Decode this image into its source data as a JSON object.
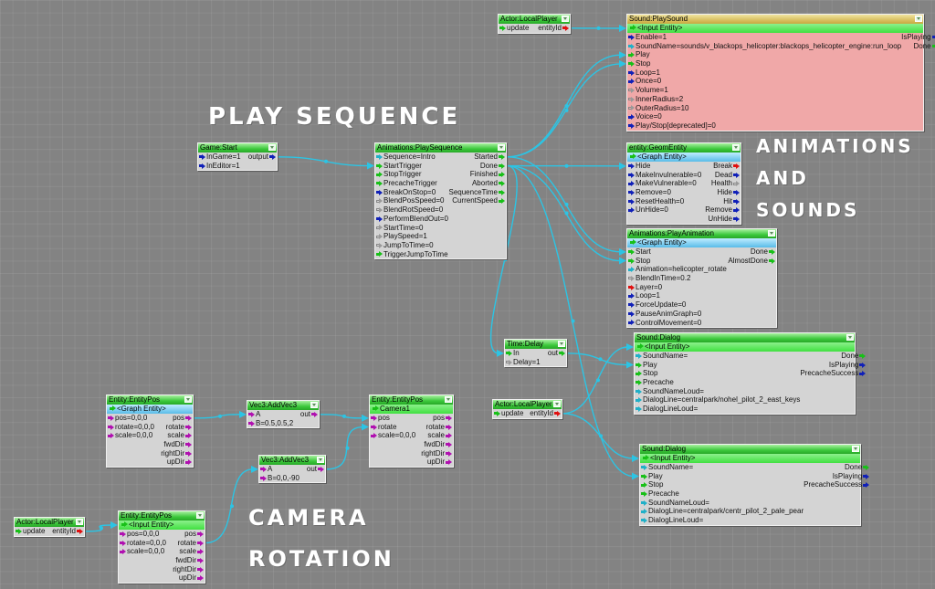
{
  "labels": {
    "play_sequence": "Play Sequence",
    "anim_sounds": [
      "Animations",
      "and",
      "Sounds"
    ],
    "camera_rotation": [
      "Camera",
      "Rotation"
    ]
  },
  "nodes": {
    "actor_top": {
      "title": "Actor:LocalPlayer",
      "inputs": [
        {
          "label": "update",
          "color": "green"
        }
      ],
      "outputs": [
        {
          "label": "entityId",
          "color": "red"
        }
      ]
    },
    "play_sound": {
      "title": "Sound:PlaySound",
      "entity": "<Input Entity>",
      "inputs": [
        {
          "label": "Enable=1",
          "color": "blue"
        },
        {
          "label": "SoundName=sounds/v_blackops_helicopter:blackops_helicopter_engine:run_loop",
          "color": "cyan"
        },
        {
          "label": "Play",
          "color": "green"
        },
        {
          "label": "Stop",
          "color": "green"
        },
        {
          "label": "Loop=1",
          "color": "blue"
        },
        {
          "label": "Once=0",
          "color": "blue"
        },
        {
          "label": "Volume=1",
          "color": "gray"
        },
        {
          "label": "InnerRadius=2",
          "color": "gray"
        },
        {
          "label": "OuterRadius=10",
          "color": "gray"
        },
        {
          "label": "Voice=0",
          "color": "blue"
        },
        {
          "label": "Play/Stop[deprecated]=0",
          "color": "blue"
        }
      ],
      "outputs": [
        {
          "label": "IsPlaying",
          "color": "blue"
        },
        {
          "label": "Done",
          "color": "green"
        }
      ]
    },
    "game_start": {
      "title": "Game:Start",
      "inputs": [
        {
          "label": "InGame=1",
          "color": "blue"
        },
        {
          "label": "InEditor=1",
          "color": "blue"
        }
      ],
      "outputs": [
        {
          "label": "output",
          "color": "blue"
        }
      ]
    },
    "play_sequence": {
      "title": "Animations:PlaySequence",
      "inputs": [
        {
          "label": "Sequence=Intro",
          "color": "cyan"
        },
        {
          "label": "StartTrigger",
          "color": "green"
        },
        {
          "label": "StopTrigger",
          "color": "green"
        },
        {
          "label": "PrecacheTrigger",
          "color": "green"
        },
        {
          "label": "BreakOnStop=0",
          "color": "blue"
        },
        {
          "label": "BlendPosSpeed=0",
          "color": "gray"
        },
        {
          "label": "BlendRotSpeed=0",
          "color": "gray"
        },
        {
          "label": "PerformBlendOut=0",
          "color": "blue"
        },
        {
          "label": "StartTime=0",
          "color": "gray"
        },
        {
          "label": "PlaySpeed=1",
          "color": "gray"
        },
        {
          "label": "JumpToTime=0",
          "color": "gray"
        },
        {
          "label": "TriggerJumpToTime",
          "color": "green"
        }
      ],
      "outputs": [
        {
          "label": "Started",
          "color": "green"
        },
        {
          "label": "Done",
          "color": "green"
        },
        {
          "label": "Finished",
          "color": "green"
        },
        {
          "label": "Aborted",
          "color": "green"
        },
        {
          "label": "SequenceTime",
          "color": "green"
        },
        {
          "label": "CurrentSpeed",
          "color": "green"
        }
      ]
    },
    "geom_entity": {
      "title": "entity:GeomEntity",
      "entity": "<Graph Entity>",
      "inputs": [
        {
          "label": "Hide",
          "color": "blue"
        },
        {
          "label": "MakeInvulnerable=0",
          "color": "blue"
        },
        {
          "label": "MakeVulnerable=0",
          "color": "blue"
        },
        {
          "label": "Remove=0",
          "color": "blue"
        },
        {
          "label": "ResetHealth=0",
          "color": "blue"
        },
        {
          "label": "UnHide=0",
          "color": "blue"
        }
      ],
      "outputs": [
        {
          "label": "Break",
          "color": "red"
        },
        {
          "label": "Dead",
          "color": "blue"
        },
        {
          "label": "Health",
          "color": "gray"
        },
        {
          "label": "Hide",
          "color": "blue"
        },
        {
          "label": "Hit",
          "color": "blue"
        },
        {
          "label": "Remove",
          "color": "blue"
        },
        {
          "label": "UnHide",
          "color": "blue"
        }
      ]
    },
    "play_animation": {
      "title": "Animations:PlayAnimation",
      "entity": "<Graph Entity>",
      "inputs": [
        {
          "label": "Start",
          "color": "green"
        },
        {
          "label": "Stop",
          "color": "green"
        },
        {
          "label": "Animation=helicopter_rotate",
          "color": "cyan"
        },
        {
          "label": "BlendInTime=0.2",
          "color": "gray"
        },
        {
          "label": "Layer=0",
          "color": "red"
        },
        {
          "label": "Loop=1",
          "color": "blue"
        },
        {
          "label": "ForceUpdate=0",
          "color": "blue"
        },
        {
          "label": "PauseAnimGraph=0",
          "color": "blue"
        },
        {
          "label": "ControlMovement=0",
          "color": "blue"
        }
      ],
      "outputs": [
        {
          "label": "Done",
          "color": "green"
        },
        {
          "label": "AlmostDone",
          "color": "green"
        }
      ]
    },
    "time_delay": {
      "title": "Time:Delay",
      "inputs": [
        {
          "label": "In",
          "color": "green"
        },
        {
          "label": "Delay=1",
          "color": "gray"
        }
      ],
      "outputs": [
        {
          "label": "out",
          "color": "green"
        }
      ]
    },
    "dialog1": {
      "title": "Sound:Dialog",
      "entity": "<Input Entity>",
      "inputs": [
        {
          "label": "SoundName=",
          "color": "cyan"
        },
        {
          "label": "Play",
          "color": "green"
        },
        {
          "label": "Stop",
          "color": "green"
        },
        {
          "label": "Precache",
          "color": "green"
        },
        {
          "label": "SoundNameLoud=",
          "color": "cyan"
        },
        {
          "label": "DialogLine=centralpark/nohel_pilot_2_east_keys",
          "color": "cyan"
        },
        {
          "label": "DialogLineLoud=",
          "color": "cyan"
        }
      ],
      "outputs": [
        {
          "label": "Done",
          "color": "green"
        },
        {
          "label": "IsPlaying",
          "color": "blue"
        },
        {
          "label": "PrecacheSuccess",
          "color": "blue"
        }
      ]
    },
    "actor_mid": {
      "title": "Actor:LocalPlayer",
      "inputs": [
        {
          "label": "update",
          "color": "green"
        }
      ],
      "outputs": [
        {
          "label": "entityId",
          "color": "red"
        }
      ]
    },
    "dialog2": {
      "title": "Sound:Dialog",
      "entity": "<Input Entity>",
      "inputs": [
        {
          "label": "SoundName=",
          "color": "cyan"
        },
        {
          "label": "Play",
          "color": "green"
        },
        {
          "label": "Stop",
          "color": "green"
        },
        {
          "label": "Precache",
          "color": "green"
        },
        {
          "label": "SoundNameLoud=",
          "color": "cyan"
        },
        {
          "label": "DialogLine=centralpark/centr_pilot_2_pale_pear",
          "color": "cyan"
        },
        {
          "label": "DialogLineLoud=",
          "color": "cyan"
        }
      ],
      "outputs": [
        {
          "label": "Done",
          "color": "green"
        },
        {
          "label": "IsPlaying",
          "color": "blue"
        },
        {
          "label": "PrecacheSuccess",
          "color": "blue"
        }
      ]
    },
    "entitypos1": {
      "title": "Entity:EntityPos",
      "entity": "<Graph Entity>",
      "inputs": [
        {
          "label": "pos=0,0,0",
          "color": "magenta"
        },
        {
          "label": "rotate=0,0,0",
          "color": "magenta"
        },
        {
          "label": "scale=0,0,0",
          "color": "magenta"
        }
      ],
      "outputs": [
        {
          "label": "pos",
          "color": "magenta"
        },
        {
          "label": "rotate",
          "color": "magenta"
        },
        {
          "label": "scale",
          "color": "magenta"
        },
        {
          "label": "fwdDir",
          "color": "magenta"
        },
        {
          "label": "rightDir",
          "color": "magenta"
        },
        {
          "label": "upDir",
          "color": "magenta"
        }
      ]
    },
    "addvec1": {
      "title": "Vec3:AddVec3",
      "inputs": [
        {
          "label": "A",
          "color": "magenta"
        },
        {
          "label": "B=0.5,0.5,2",
          "color": "magenta"
        }
      ],
      "outputs": [
        {
          "label": "out",
          "color": "magenta"
        }
      ]
    },
    "entitypos_cam": {
      "title": "Entity:EntityPos",
      "entity": "Camera1",
      "inputs": [
        {
          "label": "pos",
          "color": "magenta"
        },
        {
          "label": "rotate",
          "color": "magenta"
        },
        {
          "label": "scale=0,0,0",
          "color": "magenta"
        }
      ],
      "outputs": [
        {
          "label": "pos",
          "color": "magenta"
        },
        {
          "label": "rotate",
          "color": "magenta"
        },
        {
          "label": "scale",
          "color": "magenta"
        },
        {
          "label": "fwdDir",
          "color": "magenta"
        },
        {
          "label": "rightDir",
          "color": "magenta"
        },
        {
          "label": "upDir",
          "color": "magenta"
        }
      ]
    },
    "addvec2": {
      "title": "Vec3:AddVec3",
      "inputs": [
        {
          "label": "A",
          "color": "magenta"
        },
        {
          "label": "B=0,0,-90",
          "color": "magenta"
        }
      ],
      "outputs": [
        {
          "label": "out",
          "color": "magenta"
        }
      ]
    },
    "actor_bottom": {
      "title": "Actor:LocalPlayer",
      "inputs": [
        {
          "label": "update",
          "color": "green"
        }
      ],
      "outputs": [
        {
          "label": "entityId",
          "color": "red"
        }
      ]
    },
    "entitypos2": {
      "title": "Entity:EntityPos",
      "entity": "<Input Entity>",
      "inputs": [
        {
          "label": "pos=0,0,0",
          "color": "magenta"
        },
        {
          "label": "rotate=0,0,0",
          "color": "magenta"
        },
        {
          "label": "scale=0,0,0",
          "color": "magenta"
        }
      ],
      "outputs": [
        {
          "label": "pos",
          "color": "magenta"
        },
        {
          "label": "rotate",
          "color": "magenta"
        },
        {
          "label": "scale",
          "color": "magenta"
        },
        {
          "label": "fwdDir",
          "color": "magenta"
        },
        {
          "label": "rightDir",
          "color": "magenta"
        },
        {
          "label": "upDir",
          "color": "magenta"
        }
      ]
    }
  },
  "links": [
    {
      "from": "actor_top.out.0",
      "to": "play_sound.entity"
    },
    {
      "from": "game_start.out.0",
      "to": "play_sequence.in.1"
    },
    {
      "from": "play_sequence.out.0",
      "to": "play_sound.in.2"
    },
    {
      "from": "play_sequence.out.0",
      "to": "play_sound.in.3"
    },
    {
      "from": "play_sequence.out.1",
      "to": "geom_entity.in.0"
    },
    {
      "from": "play_sequence.out.0",
      "to": "play_animation.in.0"
    },
    {
      "from": "play_sequence.out.1",
      "to": "play_animation.in.1"
    },
    {
      "from": "play_sequence.out.1",
      "to": "time_delay.in.0"
    },
    {
      "from": "play_sequence.out.1",
      "to": "dialog2.in.1"
    },
    {
      "from": "time_delay.out.0",
      "to": "dialog1.in.1"
    },
    {
      "from": "actor_mid.out.0",
      "to": "dialog1.entity"
    },
    {
      "from": "actor_mid.out.0",
      "to": "dialog2.entity"
    },
    {
      "from": "entitypos1.out.0",
      "to": "addvec1.in.0"
    },
    {
      "from": "addvec1.out.0",
      "to": "entitypos_cam.in.0"
    },
    {
      "from": "addvec2.out.0",
      "to": "entitypos_cam.in.1"
    },
    {
      "from": "actor_bottom.out.0",
      "to": "entitypos2.entity"
    },
    {
      "from": "entitypos2.out.1",
      "to": "addvec2.in.0"
    }
  ]
}
